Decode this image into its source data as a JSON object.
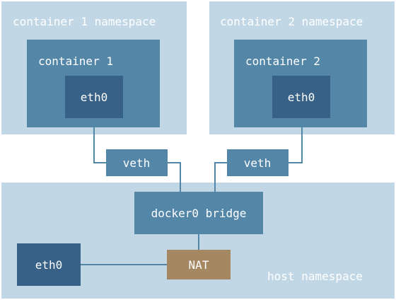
{
  "colors": {
    "namespace_fill": "#c1d7e5",
    "container_fill": "#5386a7",
    "iface_dark_fill": "#376186",
    "veth_fill": "#5386a7",
    "bridge_fill": "#5386a7",
    "nat_fill": "#a58762",
    "link_stroke": "#5386a7"
  },
  "namespaces": {
    "container1": "container 1 namespace",
    "container2": "container 2 namespace",
    "host": "host namespace"
  },
  "containers": {
    "c1": {
      "label": "container 1",
      "iface": "eth0"
    },
    "c2": {
      "label": "container 2",
      "iface": "eth0"
    }
  },
  "links": {
    "veth_left": "veth",
    "veth_right": "veth"
  },
  "host": {
    "bridge": "docker0 bridge",
    "nat": "NAT",
    "eth0": "eth0"
  }
}
